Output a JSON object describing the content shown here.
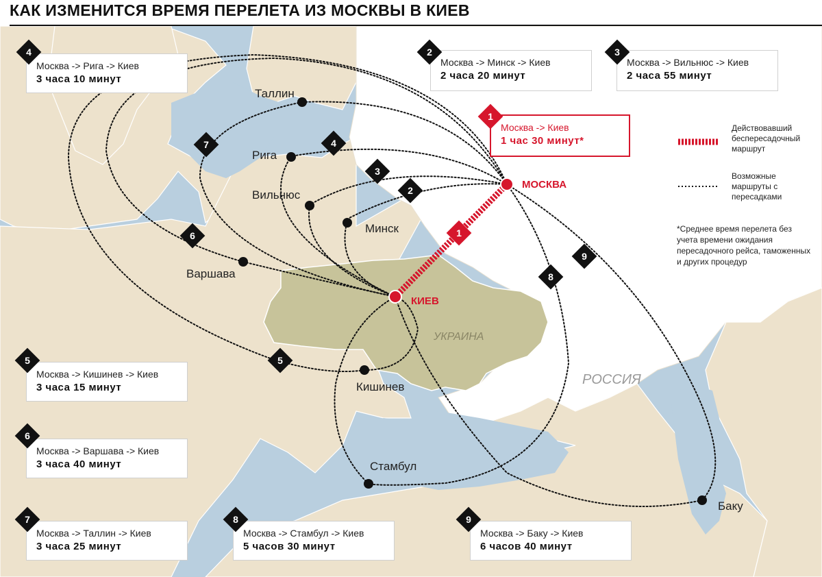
{
  "title": "КАК ИЗМЕНИТСЯ ВРЕМЯ ПЕРЕЛЕТА ИЗ МОСКВЫ В КИЕВ",
  "colors": {
    "land": "#ede2cc",
    "ukraine": "#c7c39a",
    "russia": "#ffffff",
    "water": "#b9cfdf",
    "accent": "#d6162c"
  },
  "cities": {
    "moscow": "МОСКВА",
    "kiev": "КИЕВ",
    "tallin": "Таллин",
    "riga": "Рига",
    "vilnius": "Вильнюс",
    "minsk": "Минск",
    "warsaw": "Варшава",
    "chisinau": "Кишинев",
    "istanbul": "Стамбул",
    "baku": "Баку"
  },
  "countries": {
    "ukraine": "УКРАИНА",
    "russia": "РОССИЯ"
  },
  "routes": [
    {
      "num": "1",
      "route": "Москва -> Киев",
      "time": "1 час 30 минут*"
    },
    {
      "num": "2",
      "route": "Москва -> Минск -> Киев",
      "time": "2 часа 20 минут"
    },
    {
      "num": "3",
      "route": "Москва -> Вильнюс -> Киев",
      "time": "2 часа 55 минут"
    },
    {
      "num": "4",
      "route": "Москва -> Рига -> Киев",
      "time": "3 часа 10 минут"
    },
    {
      "num": "5",
      "route": "Москва -> Кишинев -> Киев",
      "time": "3 часа 15 минут"
    },
    {
      "num": "6",
      "route": "Москва -> Варшава -> Киев",
      "time": "3 часа 40 минут"
    },
    {
      "num": "7",
      "route": "Москва -> Таллин -> Киев",
      "time": "3 часа 25 минут"
    },
    {
      "num": "8",
      "route": "Москва -> Стамбул -> Киев",
      "time": "5 часов 30 минут"
    },
    {
      "num": "9",
      "route": "Москва -> Баку -> Киев",
      "time": "6 часов 40 минут"
    }
  ],
  "legend": {
    "direct": "Действовавший беспересадочный маршрут",
    "transfer": "Возможные маршруты с пересадками"
  },
  "note": "*Среднее время перелета без учета времени ожидания пересадочного рейса, таможенных и других процедур"
}
